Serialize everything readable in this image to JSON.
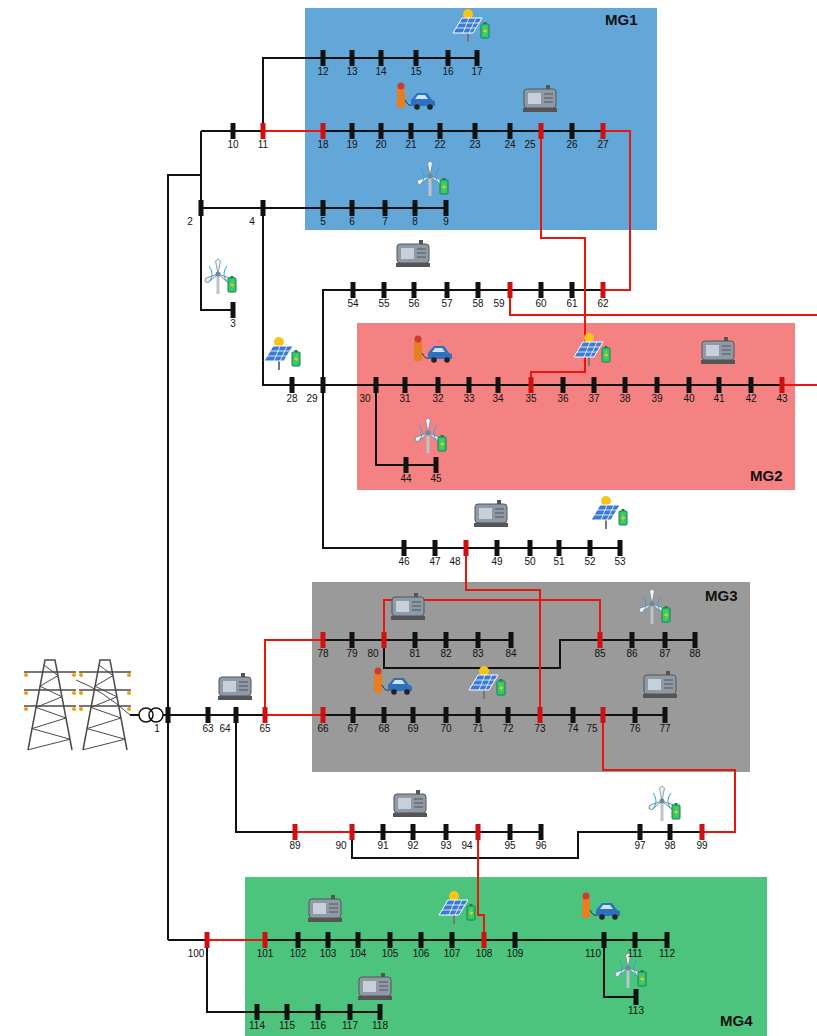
{
  "diagram": {
    "nodes": [
      {
        "text": [
          "MG1"
        ]
      },
      {
        "text": [
          "MG2"
        ]
      },
      {
        "text": [
          "MG3"
        ]
      },
      {
        "text": [
          "MG4"
        ]
      }
    ],
    "labels": [
      "1",
      "2",
      "3",
      "4",
      "5",
      "6",
      "7",
      "8",
      "9",
      "10",
      "11",
      "12",
      "13",
      "14",
      "15",
      "16",
      "17",
      "18",
      "19",
      "20",
      "21",
      "22",
      "23",
      "24",
      "25",
      "26",
      "27",
      "28",
      "29",
      "30",
      "31",
      "32",
      "33",
      "34",
      "35",
      "36",
      "37",
      "38",
      "39",
      "40",
      "41",
      "42",
      "43",
      "44",
      "45",
      "46",
      "47",
      "48",
      "49",
      "50",
      "51",
      "52",
      "53",
      "54",
      "55",
      "56",
      "57",
      "58",
      "59",
      "60",
      "61",
      "62",
      "63",
      "64",
      "65",
      "66",
      "67",
      "68",
      "69",
      "70",
      "71",
      "72",
      "73",
      "74",
      "75",
      "76",
      "77",
      "78",
      "79",
      "80",
      "81",
      "82",
      "83",
      "84",
      "85",
      "86",
      "87",
      "88",
      "89",
      "90",
      "91",
      "92",
      "93",
      "94",
      "95",
      "96",
      "97",
      "98",
      "99",
      "100",
      "101",
      "102",
      "103",
      "104",
      "105",
      "106",
      "107",
      "108",
      "109",
      "110",
      "111",
      "112",
      "113",
      "114",
      "115",
      "116",
      "117",
      "118"
    ]
  }
}
